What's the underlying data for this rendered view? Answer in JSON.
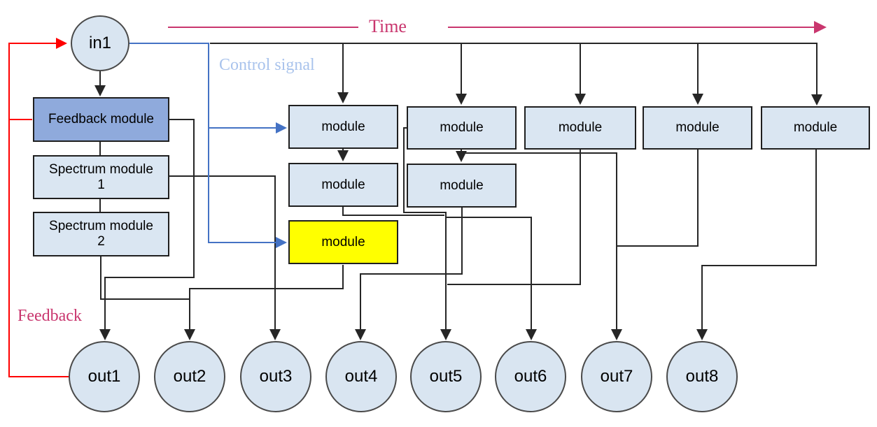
{
  "annotations": {
    "time": "Time",
    "control_signal": "Control signal",
    "feedback": "Feedback"
  },
  "nodes": {
    "input": "in1",
    "left_column": [
      "Feedback module",
      "Spectrum module\n1",
      "Spectrum module\n2"
    ],
    "modules": [
      "module",
      "module",
      "module",
      "module",
      "module",
      "module",
      "module",
      "module"
    ],
    "outputs": [
      "out1",
      "out2",
      "out3",
      "out4",
      "out5",
      "out6",
      "out7",
      "out8"
    ]
  },
  "colors": {
    "black_line": "#262626",
    "red_line": "#FF0000",
    "blue_line": "#4472C4",
    "pink_accent": "#C9366E",
    "control_signal_text": "#A9C3EC",
    "module_fill": "#DAE6F2",
    "feedback_module_fill": "#8FAADC",
    "yellow_module_fill": "#FFFF00",
    "node_circle_fill": "#D9E5F1"
  },
  "edges": [
    {
      "from": "in1",
      "to": "Feedback module",
      "color": "black"
    },
    {
      "from": "Feedback module",
      "to": "Spectrum module 1",
      "color": "black"
    },
    {
      "from": "Spectrum module 1",
      "to": "Spectrum module 2",
      "color": "black"
    },
    {
      "from": "Feedback module",
      "to": "out1",
      "color": "black"
    },
    {
      "from": "Spectrum module 1",
      "to": "out3",
      "color": "black"
    },
    {
      "from": "Spectrum module 2",
      "to": "out2 line",
      "color": "black"
    },
    {
      "from": "yellow module",
      "to": "out2",
      "color": "black"
    },
    {
      "from": "in1",
      "to": "time rail into module columns 1-5",
      "color": "black"
    },
    {
      "from": "column1 module 1",
      "to": "column1 module 2",
      "color": "black"
    },
    {
      "from": "column1 module 2",
      "to": "out5 line",
      "color": "black"
    },
    {
      "from": "column2 module 1 left exit",
      "to": "out5 line",
      "color": "black"
    },
    {
      "from": "out5 line branch",
      "to": "out6",
      "color": "black"
    },
    {
      "from": "column2 module 1",
      "to": "column2 module 2",
      "color": "black"
    },
    {
      "from": "column2 module 1 branch",
      "to": "out7",
      "color": "black"
    },
    {
      "from": "column2 module 2",
      "to": "out4",
      "color": "black"
    },
    {
      "from": "column3 module",
      "to": "out5 line",
      "color": "black"
    },
    {
      "from": "column4 module",
      "to": "out7 line",
      "color": "black"
    },
    {
      "from": "column5 module",
      "to": "out8",
      "color": "black"
    },
    {
      "from": "out1",
      "to": "in1",
      "label": "Feedback",
      "color": "red"
    },
    {
      "from": "feedback line",
      "to": "Feedback module",
      "color": "red"
    },
    {
      "from": "in1",
      "to": "column1 module 1",
      "label": "Control signal",
      "color": "blue"
    },
    {
      "from": "in1",
      "to": "yellow module",
      "label": "Control signal",
      "color": "blue"
    },
    {
      "from": "left",
      "to": "right",
      "label": "Time",
      "color": "pink"
    }
  ]
}
